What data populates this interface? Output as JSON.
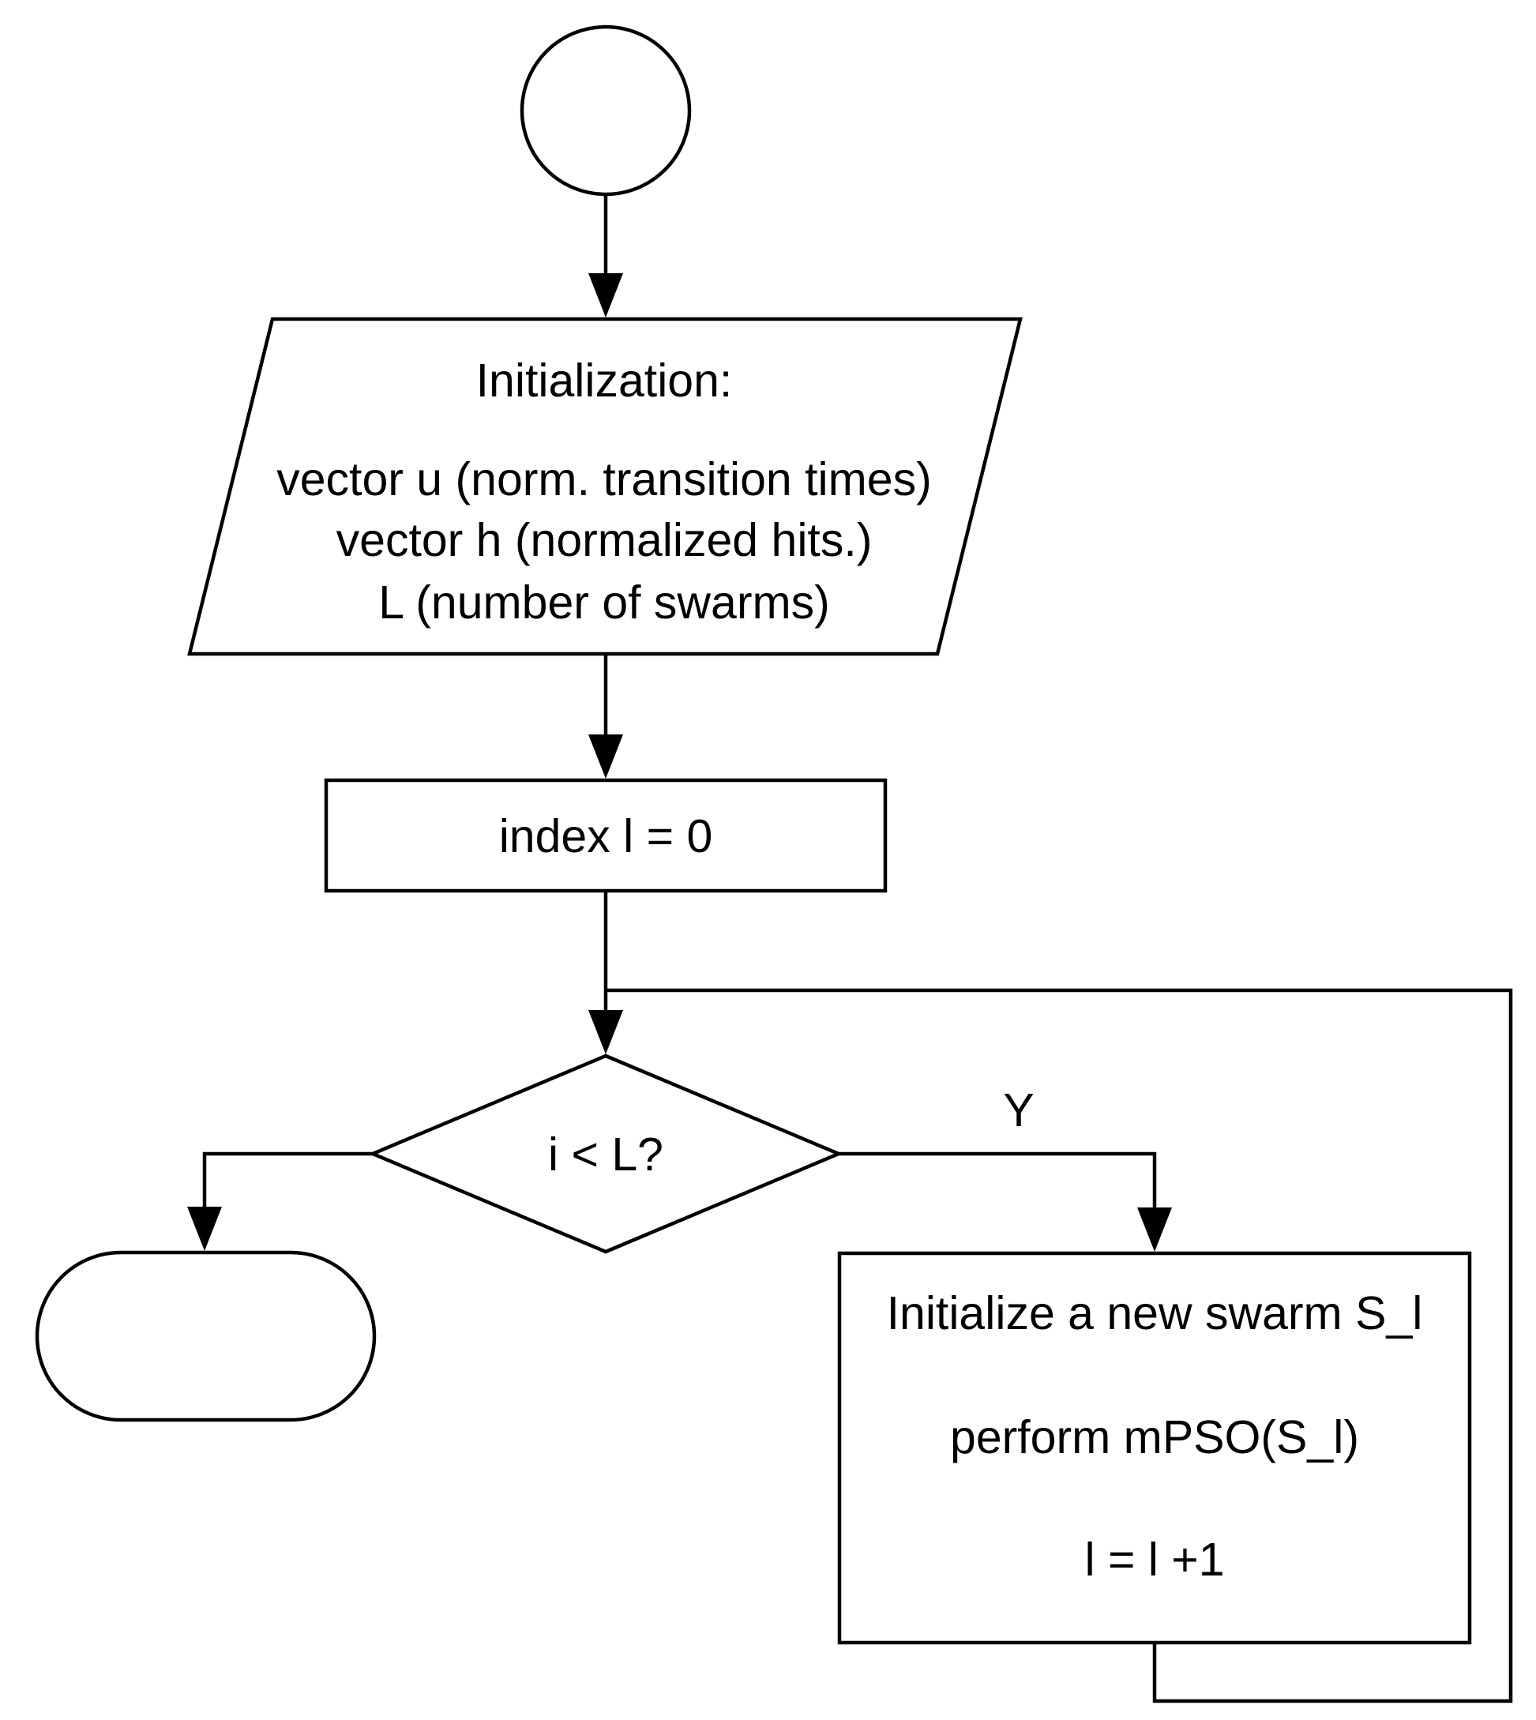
{
  "diagram": {
    "nodes": {
      "start": {
        "kind": "start-circle"
      },
      "initialization": {
        "kind": "input-output",
        "heading": "Initialization:",
        "lines": [
          "vector u (norm. transition times)",
          "vector h (normalized hits.)",
          "L (number of swarms)"
        ]
      },
      "index_init": {
        "kind": "process",
        "text": "index l = 0"
      },
      "condition": {
        "kind": "decision",
        "text": "i < L?"
      },
      "loop_body": {
        "kind": "process",
        "lines": [
          "Initialize a new swarm S_l",
          "perform mPSO(S_l)",
          "l = l +1"
        ]
      },
      "end": {
        "kind": "terminator"
      }
    },
    "edges": {
      "yes_label": "Y"
    }
  }
}
